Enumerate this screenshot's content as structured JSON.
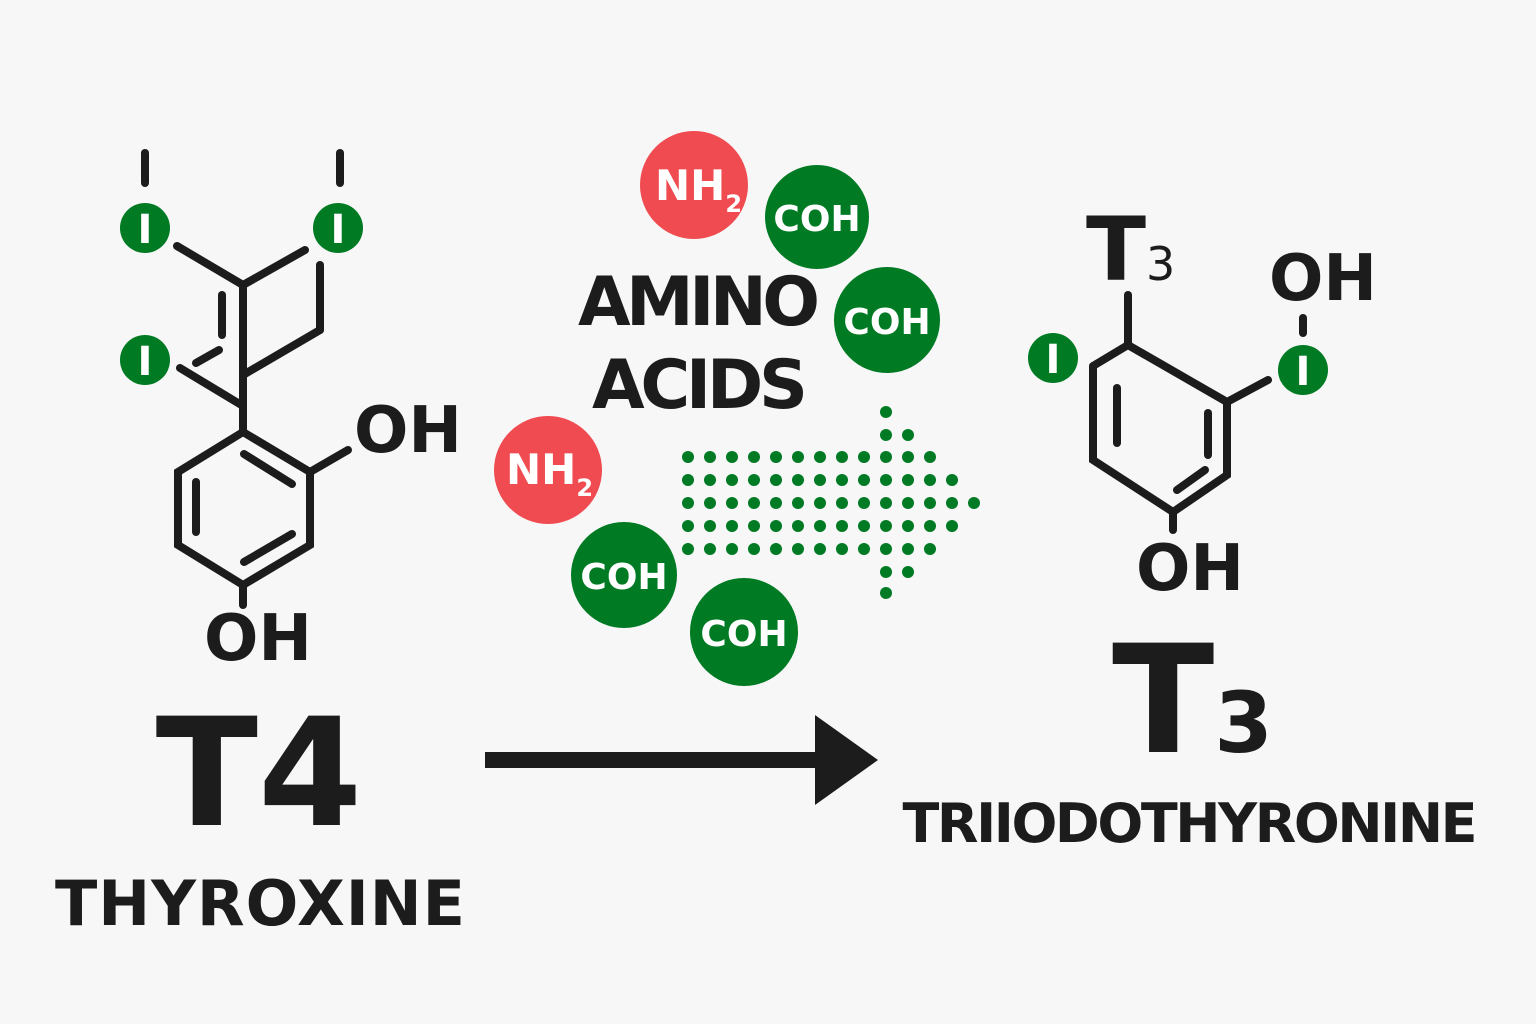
{
  "colors": {
    "background": "#f7f7f7",
    "ink": "#1c1c1c",
    "iodine_green": "#007a23",
    "amine_red": "#ef4b50",
    "coh_green": "#007a23"
  },
  "t4": {
    "symbol": "T4",
    "name": "THYROXINE",
    "oh_side": "OH",
    "oh_bottom": "OH",
    "iodine_label": "I",
    "top_tick_label": "I"
  },
  "middle": {
    "title_line1": "AMINO",
    "title_line2": "ACIDS",
    "nh2_main": "NH",
    "nh2_sub": "2",
    "coh": "COH"
  },
  "t3": {
    "small_symbol_main": "T",
    "small_symbol_sub": "3",
    "symbol_main": "T",
    "symbol_sub": "3",
    "name": "TRIIODOTHYRONINE",
    "oh_top": "OH",
    "oh_bottom": "OH",
    "iodine_label": "I"
  }
}
